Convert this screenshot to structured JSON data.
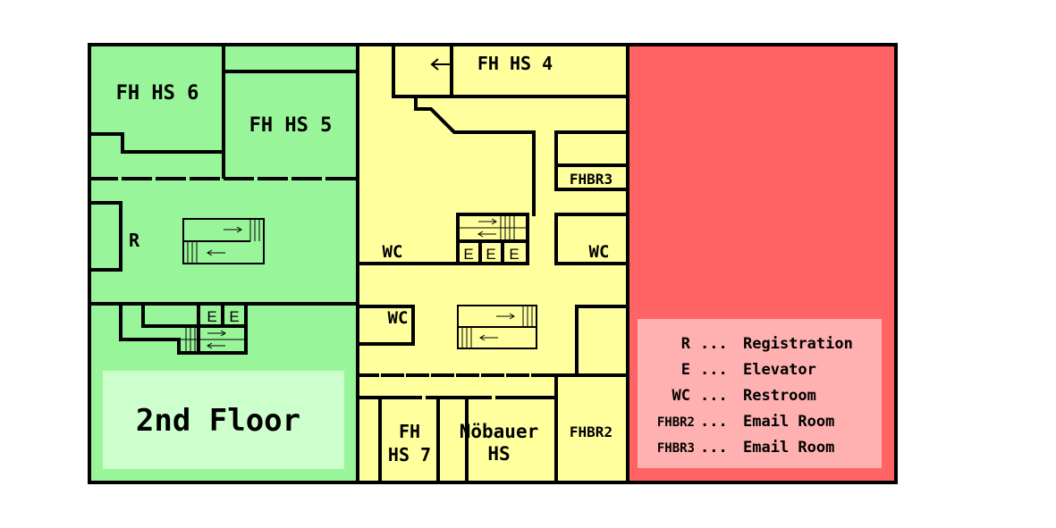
{
  "colors": {
    "west_wing": "#99f599",
    "center_wing": "#ffff9e",
    "east_wing": "#ff6363",
    "legend_box": "#ffb0b0",
    "floor_box": "#cdffcd",
    "wall": "#000000"
  },
  "rooms": {
    "fh_hs_6": "FH HS 6",
    "fh_hs_5": "FH HS 5",
    "fh_hs_4": "FH HS 4",
    "fhbr3": "FHBR3",
    "fhbr2": "FHBR2",
    "fh_hs_7_line1": "FH",
    "fh_hs_7_line2": "HS 7",
    "noebauer_line1": "Nöbauer",
    "noebauer_line2": "HS",
    "registration": "R",
    "wc_center_left": "WC",
    "wc_center_right": "WC",
    "wc_lower": "WC",
    "elevator": "E"
  },
  "floor_label": "2nd Floor",
  "legend": [
    {
      "key": "R",
      "sep": "...",
      "value": "Registration"
    },
    {
      "key": "E",
      "sep": "...",
      "value": "Elevator"
    },
    {
      "key": "WC",
      "sep": "...",
      "value": "Restroom"
    },
    {
      "key": "FHBR2",
      "sep": "...",
      "value": "Email Room"
    },
    {
      "key": "FHBR3",
      "sep": "...",
      "value": "Email Room"
    }
  ]
}
